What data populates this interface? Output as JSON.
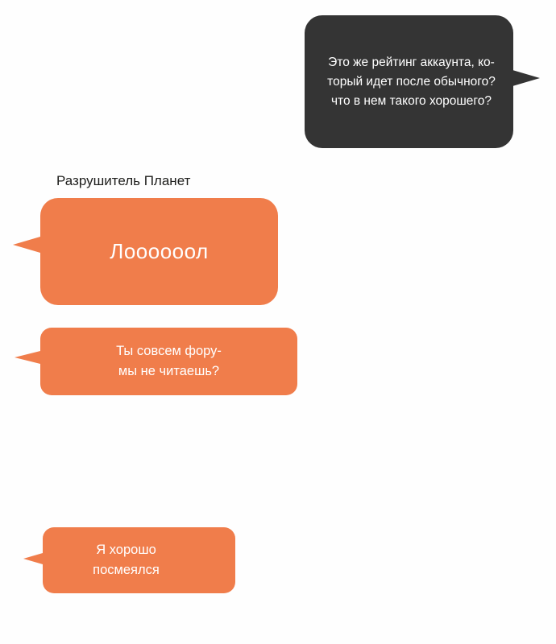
{
  "chat": {
    "sender_name": "Разрушитель Планет",
    "messages": [
      {
        "direction": "outgoing",
        "text": "Это же рейтинг аккаунта, ко-\nторый идет после обычного?\nчто в нем такого хорошего?",
        "bubble_color": "#343434"
      },
      {
        "direction": "incoming",
        "text": "Лоооооол",
        "bubble_color": "#f07d4b"
      },
      {
        "direction": "incoming",
        "text": "Ты совсем фору-\nмы не читаешь?",
        "bubble_color": "#f07d4b"
      },
      {
        "direction": "incoming",
        "text": "Я хорошо\nпосмеялся",
        "bubble_color": "#f07d4b"
      }
    ]
  }
}
